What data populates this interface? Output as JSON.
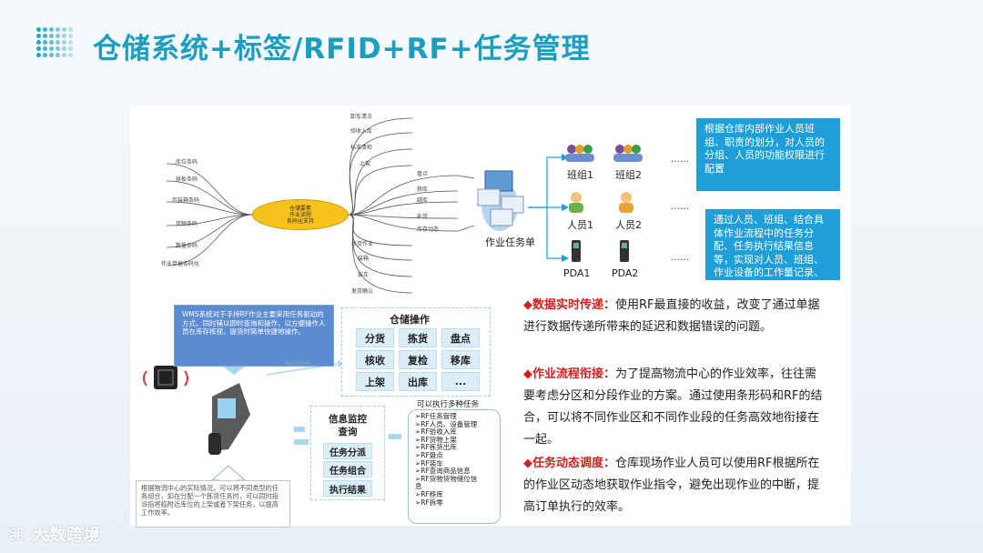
{
  "title": "仓储系统+标签/RFID+RF+任务管理",
  "mindmap": {
    "hub": [
      "仓储要素",
      "作业流程",
      "条码化支持"
    ],
    "left_branches": [
      "库位条码",
      "核板条码",
      "包装箱条码",
      "货物条码",
      "数量条码",
      "作业单据条码化"
    ],
    "right_upper": [
      "卸车清点",
      "验收入库",
      "标准清检",
      "上架"
    ],
    "right_middle": [
      "盘点",
      "移库",
      "越库",
      "补货",
      "库存动态"
    ],
    "right_lower": [
      "拣货作业",
      "装箱",
      "装车",
      "发货确认"
    ],
    "task_sheet_label": "作业任务单"
  },
  "roles": {
    "groups": [
      "班组1",
      "班组2"
    ],
    "people": [
      "人员1",
      "人员2"
    ],
    "devices": [
      "PDA1",
      "PDA2"
    ],
    "ellipsis": "……"
  },
  "bluebox1": "根据仓库内部作业人员班组、职责的划分，对人员的分组、人员的功能权限进行配置",
  "bluebox2": "通过人员、班组、结合具体作业流程中的任务分配、任务执行结果信息等，实现对人员、班组、作业设备的工作量记录、分析",
  "callout": "WMS系统对于手持RF作业主要采用任务驱动的方式，同时辅以即时查询和操作，以方便操作人员在库存核视、提货时简单快捷地操作。",
  "arrow_label": "通过后台程序",
  "ops": {
    "title": "仓储操作",
    "buttons": [
      "分货",
      "拣货",
      "盘点",
      "核收",
      "复检",
      "移库",
      "上架",
      "出库",
      "..."
    ]
  },
  "monitor": {
    "title1": "信息监控",
    "title2": "查询",
    "buttons": [
      "任务分派",
      "任务组合",
      "执行结果"
    ]
  },
  "tasks": {
    "title": "可以执行多种任务",
    "items": [
      "➢RF任务管理",
      "➢RF人员、设备管理",
      "➢RF验收入库",
      "➢RF货物上架",
      "➢RF拣货出库",
      "➢RF盘点",
      "➢RF装车",
      "➢RF查询商品信息",
      "➢RF货物货物储位信",
      "  息",
      "➢RF移库",
      "➢RF拆零"
    ]
  },
  "note": "根据物流中心的实际情况，可以将不同类型的任务组合，如在分配一个拣货任务时，可以同时指派指将临附近库位的上架或者下架任务，以提高工作效率。",
  "paragraphs": [
    {
      "key": "◆数据实时传递：",
      "text": "使用RF最直接的收益，改变了通过单据进行数据传递所带来的延迟和数据错误的问题。"
    },
    {
      "key": "◆作业流程衔接：",
      "text": "为了提高物流中心的作业效率，往往需要考虑分区和分段作业的方案。通过使用条形码和RF的结合，可以将不同作业区和不同作业段的任务高效地衔接在一起。"
    },
    {
      "key": "◆任务动态调度：",
      "text": "仓库现场作业人员可以使用RF根据所在的作业区动态地获取作业指令，避免出现作业的中断，提高订单执行的效率。"
    }
  ],
  "logo": "大数跨境",
  "colors": {
    "title": "#1b9ec0",
    "blue": "#1f9fd9",
    "hub": "#f7c21c",
    "key": "#d12020"
  }
}
